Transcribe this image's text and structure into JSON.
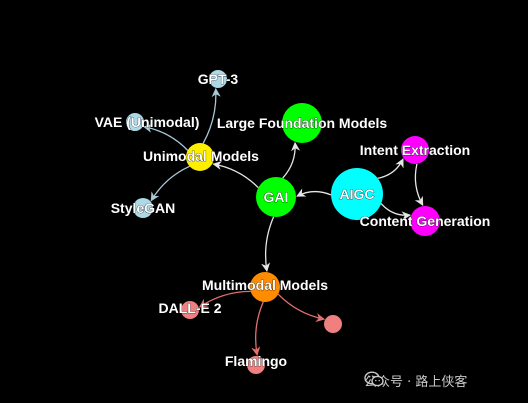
{
  "colors": {
    "background": "#000000",
    "label": "#ffffff",
    "yellow": "#ffee00",
    "green": "#00ff00",
    "cyan": "#00ffff",
    "magenta": "#ff00ff",
    "orange": "#ff8c00",
    "lightblue": "#add8e6",
    "salmon": "#f08080",
    "edge_white": "#e6e6e6",
    "edge_blue": "#a8c8d8",
    "edge_salmon": "#e07070"
  },
  "nodes": [
    {
      "id": "gpt3",
      "label": "GPT-3",
      "color": "lightblue"
    },
    {
      "id": "vae",
      "label": "VAE (Unimodal)",
      "color": "lightblue"
    },
    {
      "id": "unimodal",
      "label": "Unimodal Models",
      "color": "yellow"
    },
    {
      "id": "large",
      "label": "Large Foundation Models",
      "color": "green"
    },
    {
      "id": "stylegan",
      "label": "StyleGAN",
      "color": "lightblue"
    },
    {
      "id": "gai",
      "label": "GAI",
      "color": "green"
    },
    {
      "id": "aigc",
      "label": "AIGC",
      "color": "cyan"
    },
    {
      "id": "intent",
      "label": "Intent Extraction",
      "color": "magenta"
    },
    {
      "id": "content",
      "label": "Content Generation",
      "color": "magenta"
    },
    {
      "id": "multimodal",
      "label": "Multimodal Models",
      "color": "orange"
    },
    {
      "id": "dalle",
      "label": "DALL-E 2",
      "color": "salmon"
    },
    {
      "id": "unnamed",
      "label": "",
      "color": "salmon"
    },
    {
      "id": "flamingo",
      "label": "Flamingo",
      "color": "salmon"
    }
  ],
  "edges": [
    {
      "from": "aigc",
      "to": "gai",
      "color": "edge_white"
    },
    {
      "from": "aigc",
      "to": "intent",
      "color": "edge_white"
    },
    {
      "from": "aigc",
      "to": "content",
      "color": "edge_white"
    },
    {
      "from": "intent",
      "to": "content",
      "color": "edge_white"
    },
    {
      "from": "gai",
      "to": "unimodal",
      "color": "edge_white"
    },
    {
      "from": "gai",
      "to": "large",
      "color": "edge_white"
    },
    {
      "from": "gai",
      "to": "multimodal",
      "color": "edge_white"
    },
    {
      "from": "unimodal",
      "to": "gpt3",
      "color": "edge_blue"
    },
    {
      "from": "unimodal",
      "to": "vae",
      "color": "edge_blue"
    },
    {
      "from": "unimodal",
      "to": "stylegan",
      "color": "edge_blue"
    },
    {
      "from": "multimodal",
      "to": "dalle",
      "color": "edge_salmon"
    },
    {
      "from": "multimodal",
      "to": "unnamed",
      "color": "edge_salmon"
    },
    {
      "from": "multimodal",
      "to": "flamingo",
      "color": "edge_salmon"
    }
  ],
  "watermark": {
    "icon": "wechat-icon",
    "text": "公众号 · 路上侠客"
  }
}
